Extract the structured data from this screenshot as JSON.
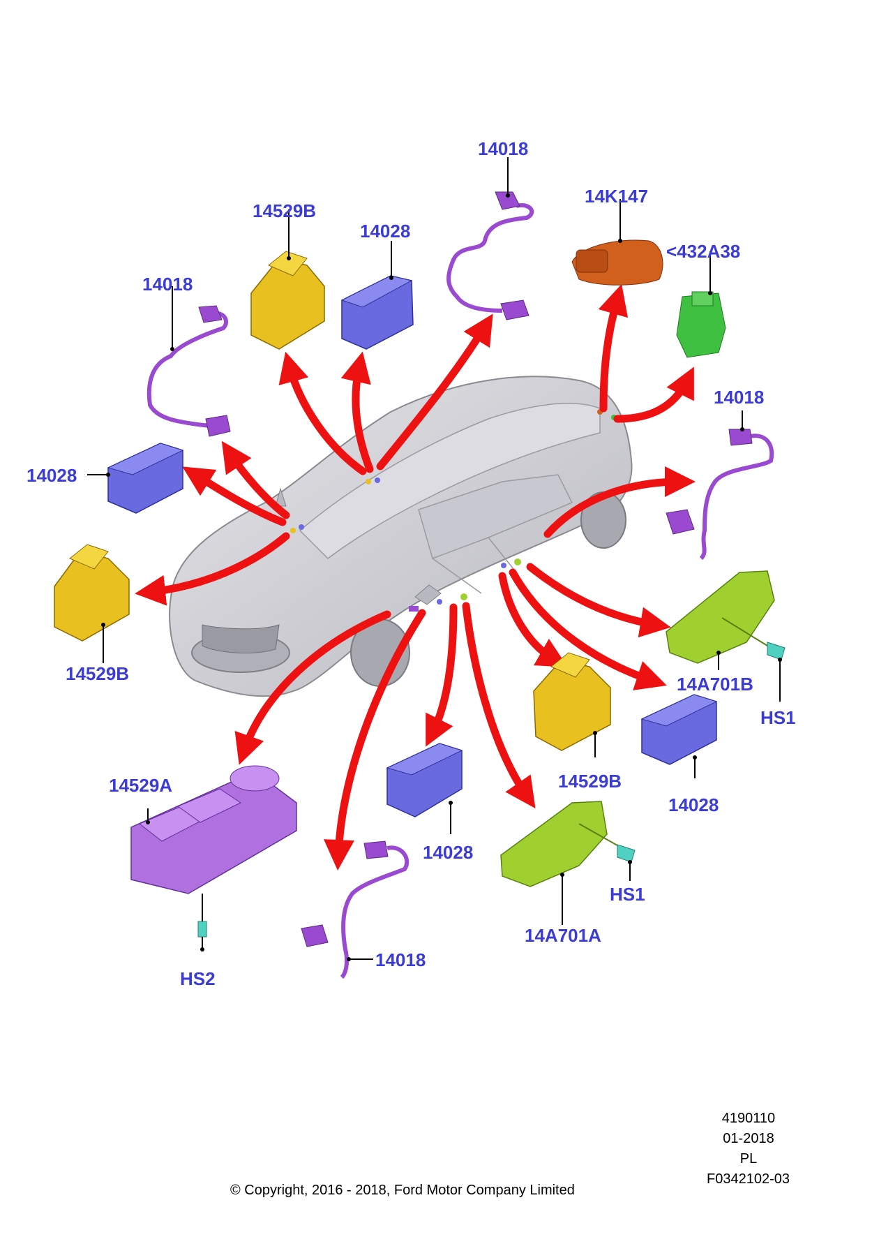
{
  "labels": {
    "top_14018": "14018",
    "top_14k147": "14K147",
    "top_14529b": "14529B",
    "top_14028": "14028",
    "top_432a38": "<432A38",
    "left_14018": "14018",
    "right_14018": "14018",
    "left_14028": "14028",
    "left_14529b": "14529B",
    "right_14a701b": "14A701B",
    "right_hs1": "HS1",
    "mid_14529b": "14529B",
    "right_14028": "14028",
    "bottom_14529a": "14529A",
    "bottom_14028": "14028",
    "bottom_hs1": "HS1",
    "bottom_14a701a": "14A701A",
    "bottom_hs2": "HS2",
    "bottom_14018": "14018"
  },
  "meta": {
    "ref_number": "4190110",
    "date": "01-2018",
    "lang": "PL",
    "figure_code": "F0342102-03",
    "copyright": "© Copyright, 2016 - 2018, Ford Motor Company Limited"
  },
  "colors": {
    "label_blue": "#3b3bd6",
    "arrow_red": "#ee1111",
    "switch_yellow": "#e8c020",
    "switch_blue": "#6a6ae0",
    "harness_purple": "#9a4ad0",
    "module_green": "#9fd030",
    "sensor_orange": "#d0601c",
    "connector_green": "#40c040",
    "master_switch_violet": "#b070e0",
    "screw_teal": "#50d0c0",
    "car_gray": "#cfcfd4"
  }
}
